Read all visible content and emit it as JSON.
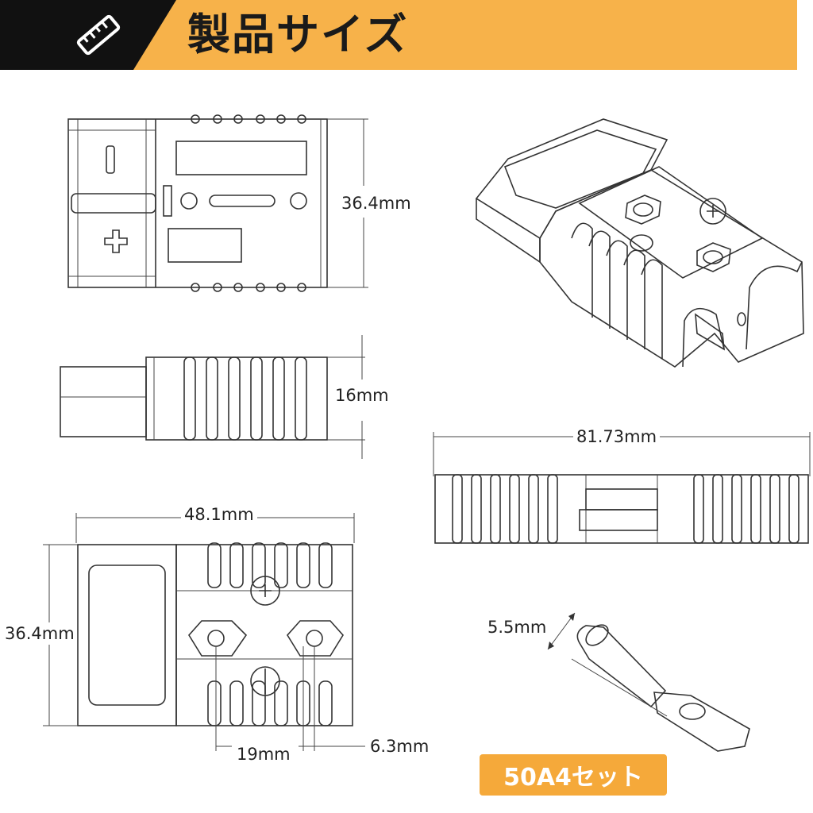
{
  "header": {
    "title": "製品サイズ",
    "colors": {
      "dark": "#111111",
      "accent": "#f7b24a"
    },
    "icon": "ruler-icon"
  },
  "dimensions": {
    "top_view_height": "36.4mm",
    "side_view_height": "16mm",
    "bottom_view_width": "48.1mm",
    "bottom_view_height": "36.4mm",
    "long_view_length": "81.73mm",
    "terminal_pitch": "19mm",
    "terminal_hole": "6.3mm",
    "terminal_diameter": "5.5mm"
  },
  "badge": {
    "label": "50A4セット"
  }
}
